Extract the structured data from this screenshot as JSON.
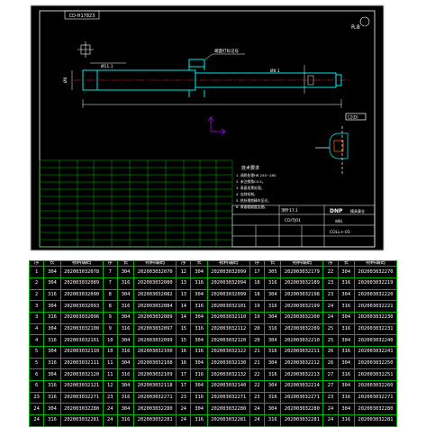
{
  "drawing": {
    "top_label": "CD-H17823",
    "corner_mark": "R.8",
    "dim_left": "Ø8",
    "dim_mid": "Ø11.1",
    "leader_note": "端面打标记号",
    "inner_dim": "Ø8.1",
    "detail_label": "C2(D)",
    "tech_title": "技术要求",
    "tech_notes": [
      "1. 调质处理HB 240~280",
      "2. 未注倒角C0.5。",
      "3. 表面发黑处理。",
      "4. 去除毛刺。",
      "5. 热处理前精车见光。",
      "6. 表面粗糙度见图。"
    ],
    "title_block": {
      "part_name": "顶针17.1",
      "drawing_no": "CD/TJ01",
      "brand": "DNP",
      "company": "模具事业",
      "material": "材料",
      "code": "COLL+-01"
    }
  },
  "table": {
    "headers": [
      "序",
      "长",
      "物料编码",
      "序",
      "长",
      "物料编码",
      "序",
      "长",
      "物料编码",
      "序",
      "长",
      "物料编码",
      "序",
      "长",
      "物料编码"
    ],
    "rows": [
      [
        "1",
        "304",
        "202003032078",
        "7",
        "304",
        "202003032070",
        "12",
        "304",
        "202003032099",
        "17",
        "305",
        "202003032179",
        "22",
        "304",
        "202003032270"
      ],
      [
        "2",
        "304",
        "202003032089",
        "7",
        "316",
        "202003032080",
        "13",
        "316",
        "202003032094",
        "18",
        "316",
        "202003032189",
        "23",
        "316",
        "202003032219"
      ],
      [
        "2",
        "316",
        "202003032090",
        "8",
        "304",
        "202003032082",
        "13",
        "304",
        "202003032099",
        "18",
        "304",
        "202003032198",
        "23",
        "304",
        "202003032220"
      ],
      [
        "3",
        "304",
        "202003032093",
        "8",
        "316",
        "202003032084",
        "14",
        "316",
        "202003032101",
        "19",
        "316",
        "202003032199",
        "24",
        "316",
        "202003032221"
      ],
      [
        "3",
        "316",
        "202003032096",
        "9",
        "304",
        "202003032089",
        "14",
        "304",
        "202003032110",
        "19",
        "304",
        "202003032200",
        "24",
        "304",
        "202003032230"
      ],
      [
        "4",
        "304",
        "202003032100",
        "9",
        "316",
        "202003032097",
        "15",
        "316",
        "202003032112",
        "20",
        "316",
        "202003032209",
        "25",
        "316",
        "202003032231"
      ],
      [
        "4",
        "316",
        "202003032101",
        "10",
        "304",
        "202003032099",
        "15",
        "304",
        "202003032120",
        "20",
        "304",
        "202003032210",
        "25",
        "304",
        "202003032240"
      ],
      [
        "5",
        "304",
        "202003032110",
        "10",
        "316",
        "202003032100",
        "16",
        "316",
        "202003032122",
        "21",
        "316",
        "202003032211",
        "26",
        "316",
        "202003032241"
      ],
      [
        "5",
        "316",
        "202003032111",
        "11",
        "304",
        "202003032108",
        "16",
        "304",
        "202003032130",
        "21",
        "304",
        "202003032212",
        "26",
        "304",
        "202003032250"
      ],
      [
        "6",
        "304",
        "202003032120",
        "11",
        "316",
        "202003032109",
        "17",
        "316",
        "202003032132",
        "22",
        "316",
        "202003032213",
        "27",
        "316",
        "202003032251"
      ],
      [
        "6",
        "316",
        "202003032121",
        "12",
        "304",
        "202003032118",
        "17",
        "304",
        "202003032140",
        "22",
        "304",
        "202003032214",
        "27",
        "304",
        "202003032260"
      ],
      [
        "23",
        "316",
        "202003032271",
        "23",
        "316",
        "202003032271",
        "23",
        "316",
        "202003032271",
        "23",
        "316",
        "202003032271",
        "23",
        "316",
        "202003032271"
      ],
      [
        "24",
        "304",
        "202003032280",
        "24",
        "304",
        "202003032280",
        "24",
        "304",
        "202003032280",
        "24",
        "304",
        "202003032280",
        "24",
        "304",
        "202003032280"
      ],
      [
        "24",
        "316",
        "202003032281",
        "24",
        "316",
        "202003032281",
        "24",
        "316",
        "202003032281",
        "24",
        "316",
        "202003032281",
        "24",
        "316",
        "202003032281"
      ]
    ]
  },
  "colors": {
    "background": "#000000",
    "border": "#ffffff",
    "grid": "#00b200",
    "part_line": "#00ffff",
    "centerline": "#ff2020",
    "axis": "#b000ff",
    "note_text": "#ffffff"
  }
}
